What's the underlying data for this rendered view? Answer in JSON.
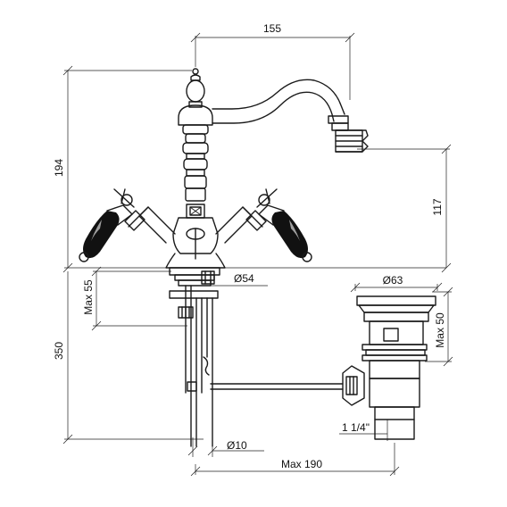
{
  "drawing": {
    "dimensions": {
      "spout_reach": "155",
      "total_height": "194",
      "spout_height": "117",
      "max_deck_thickness": "Max 55",
      "flange_diameter": "Ø54",
      "under_deck_length": "350",
      "tube_diameter": "Ø10",
      "waste_top_diameter": "Ø63",
      "waste_max_height": "Max 50",
      "waste_thread": "1 1/4\"",
      "max_rod_length": "Max 190"
    }
  }
}
